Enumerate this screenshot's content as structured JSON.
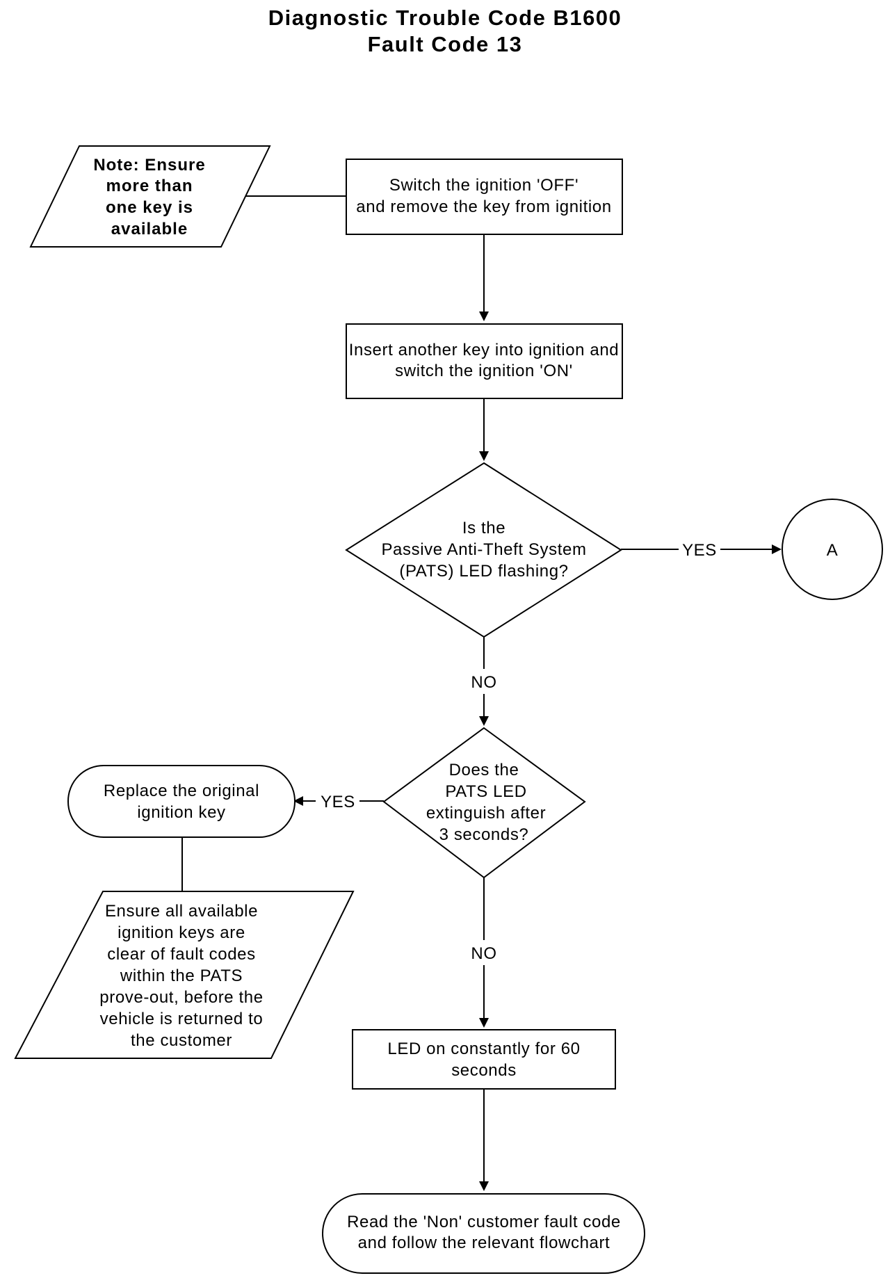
{
  "title": {
    "line1": "Diagnostic Trouble Code B1600",
    "line2": "Fault Code 13"
  },
  "nodes": {
    "note": {
      "shape": "parallelogram",
      "lines": [
        "Note: Ensure",
        "more than",
        "one key is",
        "available"
      ]
    },
    "switch_off": {
      "shape": "rectangle",
      "lines": [
        "Switch the ignition 'OFF'",
        "and remove the key from ignition"
      ]
    },
    "insert_key": {
      "shape": "rectangle",
      "lines": [
        "Insert another key into ignition and",
        "switch the ignition 'ON'"
      ]
    },
    "pats_flashing": {
      "shape": "diamond",
      "lines": [
        "Is the",
        "Passive Anti-Theft System",
        "(PATS) LED flashing?"
      ]
    },
    "connector_a": {
      "shape": "circle",
      "lines": [
        "A"
      ]
    },
    "led_extinguish": {
      "shape": "diamond",
      "lines": [
        "Does the",
        "PATS LED",
        "extinguish after",
        "3 seconds?"
      ]
    },
    "replace_key": {
      "shape": "rounded-rectangle",
      "lines": [
        "Replace the original",
        "ignition key"
      ]
    },
    "ensure_keys": {
      "shape": "parallelogram",
      "lines": [
        "Ensure all available",
        "ignition keys are",
        "clear of fault codes",
        "within the PATS",
        "prove-out, before the",
        "vehicle is returned to",
        "the customer"
      ]
    },
    "led_constant": {
      "shape": "rectangle",
      "lines": [
        "LED on constantly for 60",
        "seconds"
      ]
    },
    "read_code": {
      "shape": "rounded-rectangle",
      "lines": [
        "Read the 'Non' customer fault code",
        "and follow the relevant flowchart"
      ]
    }
  },
  "edges": [
    {
      "from": "note",
      "to": "switch_off",
      "label": ""
    },
    {
      "from": "switch_off",
      "to": "insert_key",
      "label": ""
    },
    {
      "from": "insert_key",
      "to": "pats_flashing",
      "label": ""
    },
    {
      "from": "pats_flashing",
      "to": "connector_a",
      "label": "YES"
    },
    {
      "from": "pats_flashing",
      "to": "led_extinguish",
      "label": "NO"
    },
    {
      "from": "led_extinguish",
      "to": "replace_key",
      "label": "YES"
    },
    {
      "from": "replace_key",
      "to": "ensure_keys",
      "label": ""
    },
    {
      "from": "led_extinguish",
      "to": "led_constant",
      "label": "NO"
    },
    {
      "from": "led_constant",
      "to": "read_code",
      "label": ""
    }
  ]
}
